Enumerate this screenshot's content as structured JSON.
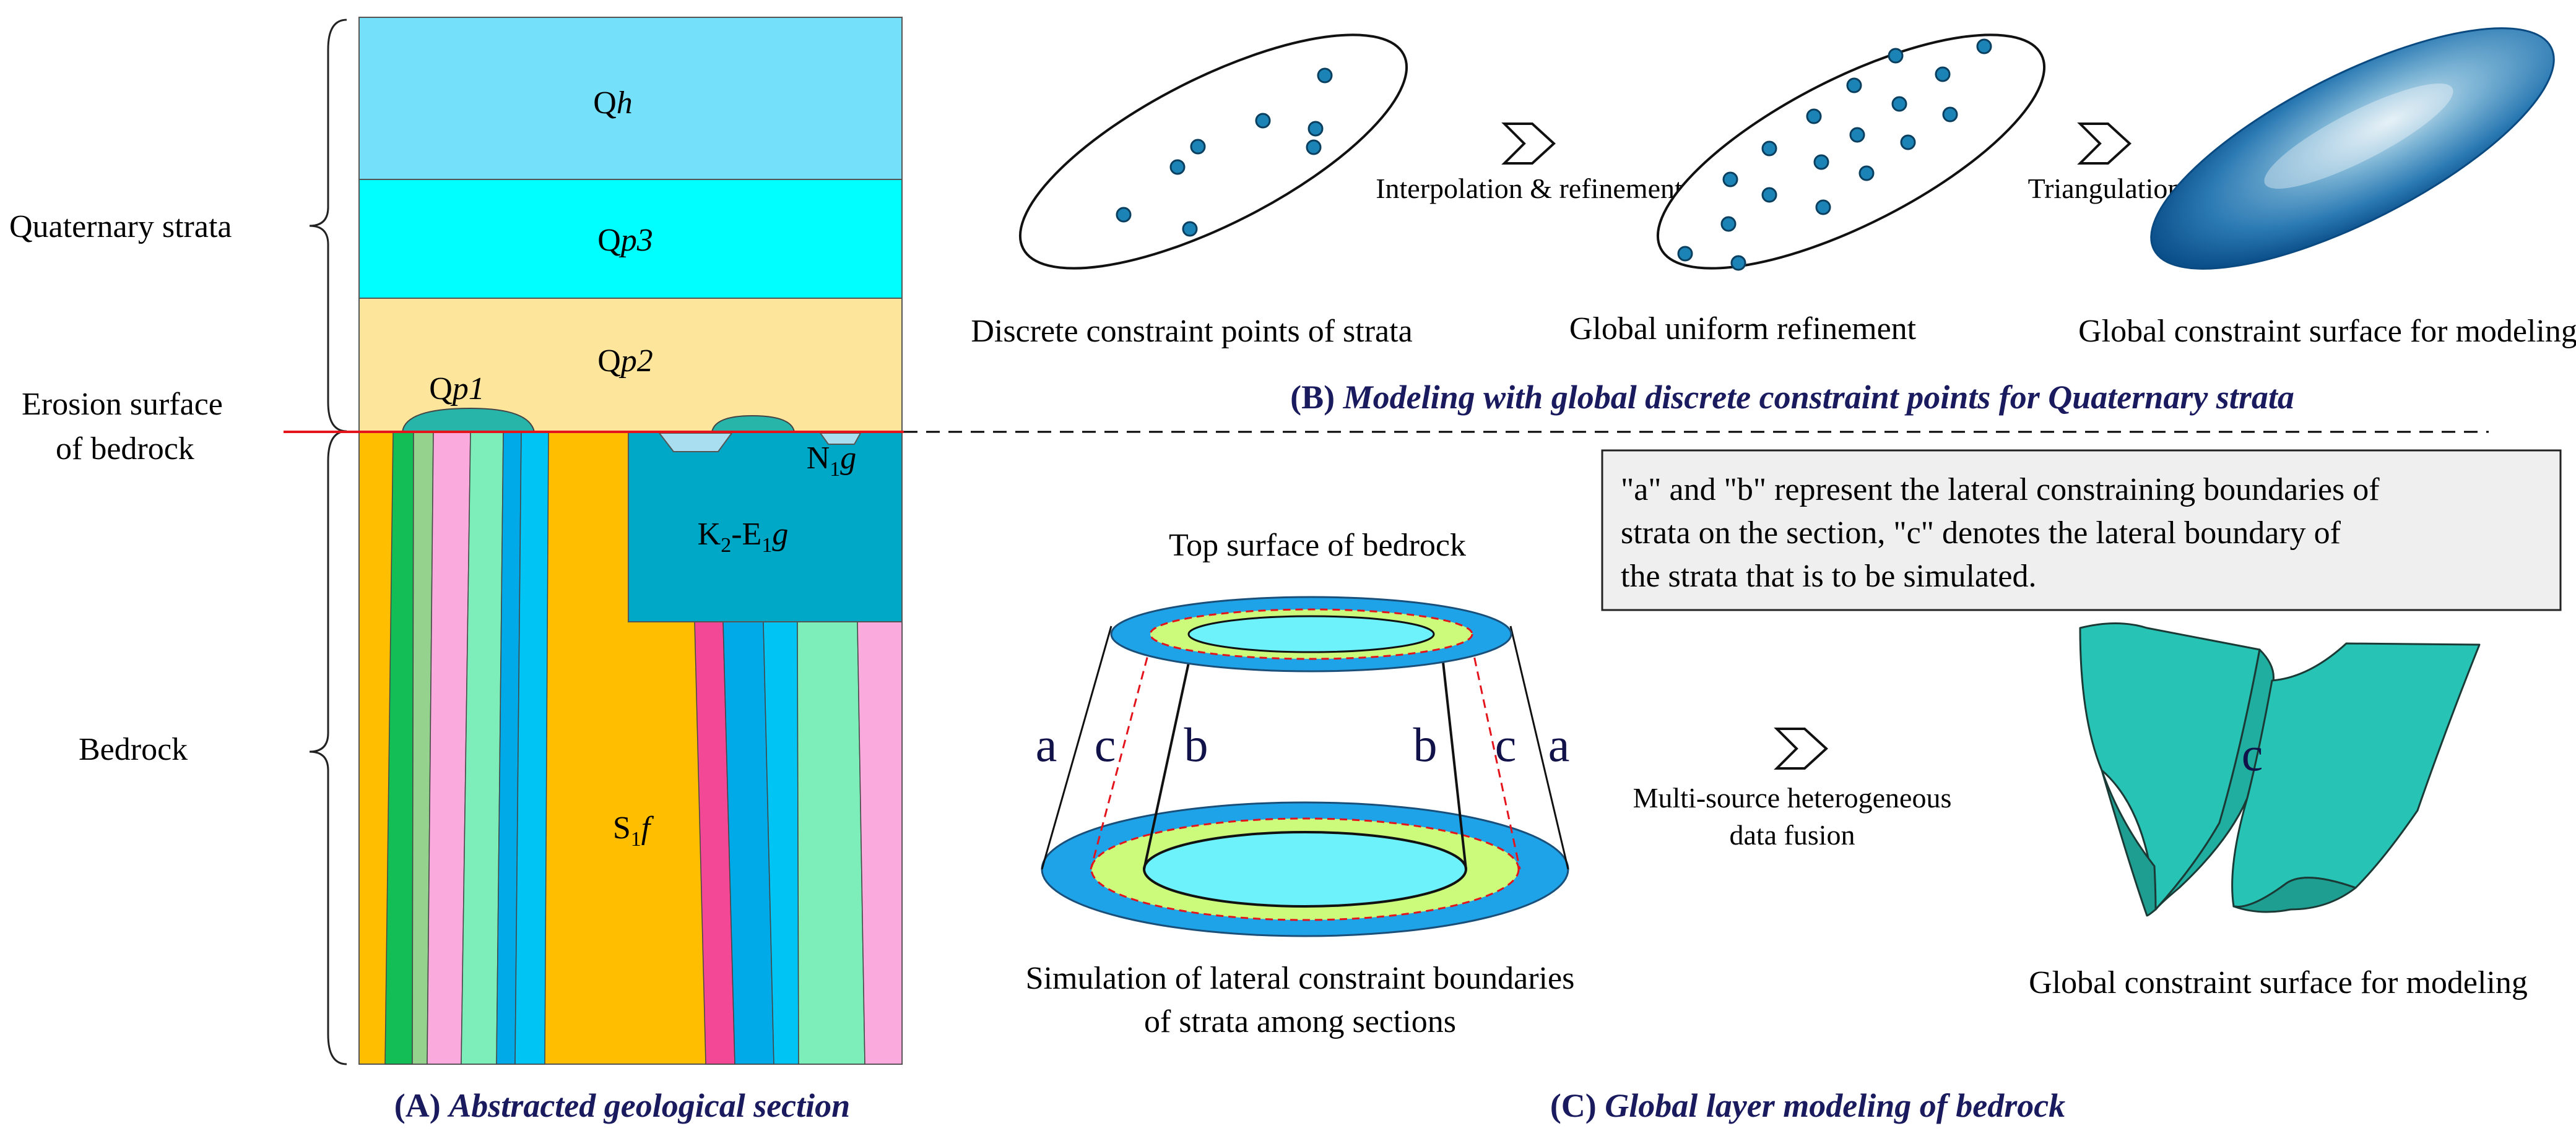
{
  "panel_a": {
    "left_labels": {
      "quaternary": "Quaternary strata",
      "erosion_line1": "Erosion surface",
      "erosion_line2": "of bedrock",
      "bedrock": "Bedrock"
    },
    "strata": {
      "qh": {
        "prefix": "Q",
        "italic": "h",
        "color": "#75E0FA"
      },
      "qp3": {
        "prefix": "Q",
        "italic": "p3",
        "color": "#00FFFF"
      },
      "qp2": {
        "prefix": "Q",
        "italic": "p2",
        "color": "#FDE59B"
      },
      "qp1": {
        "prefix": "Q",
        "italic": "p1",
        "color": "#26B5A8"
      },
      "n1g": {
        "prefix": "N",
        "sub": "1",
        "italic": "g"
      },
      "k2e1g": {
        "prefix": "K",
        "sub1": "2",
        "mid": "-E",
        "sub2": "1",
        "italic": "g",
        "color": "#00A8C8"
      },
      "s1f": {
        "prefix": "S",
        "sub": "1",
        "italic": "f",
        "color": "#FFBF00"
      }
    },
    "caption": {
      "label": "(A) ",
      "title": "Abstracted geological section"
    }
  },
  "panel_b": {
    "captions": {
      "discrete": "Discrete constraint points of strata",
      "uniform": "Global uniform refinement",
      "surface": "Global constraint surface for modeling"
    },
    "arrows": {
      "interp": "Interpolation & refinement",
      "tri": "Triangulation"
    },
    "caption": {
      "label": "(B) ",
      "title": "Modeling with global discrete constraint points for Quaternary strata"
    }
  },
  "panel_c": {
    "note_lines": [
      "\"a\" and \"b\" represent the lateral constraining boundaries of",
      "strata on the section,  \"c\" denotes the lateral boundary of",
      "the strata that is to be simulated."
    ],
    "top_surface": "Top surface of bedrock",
    "letters": {
      "a": "a",
      "b": "b",
      "c": "c"
    },
    "sim_line1": "Simulation of lateral constraint boundaries",
    "sim_line2": "of strata among sections",
    "fusion_line1": "Multi-source heterogeneous",
    "fusion_line2": "data fusion",
    "surface_caption": "Global constraint surface for modeling",
    "caption": {
      "label": "(C) ",
      "title": "Global layer modeling of bedrock"
    }
  },
  "colors": {
    "erosion_line": "#E4141C",
    "points": "#1C83B6",
    "caption_text": "#1A1A5E",
    "bedrock_ring": "#1EA3E8",
    "bedrock_ring_inner": "#CCFA7A",
    "bedrock_center": "#6DF1FB",
    "surface_c": "#27C4B5"
  }
}
